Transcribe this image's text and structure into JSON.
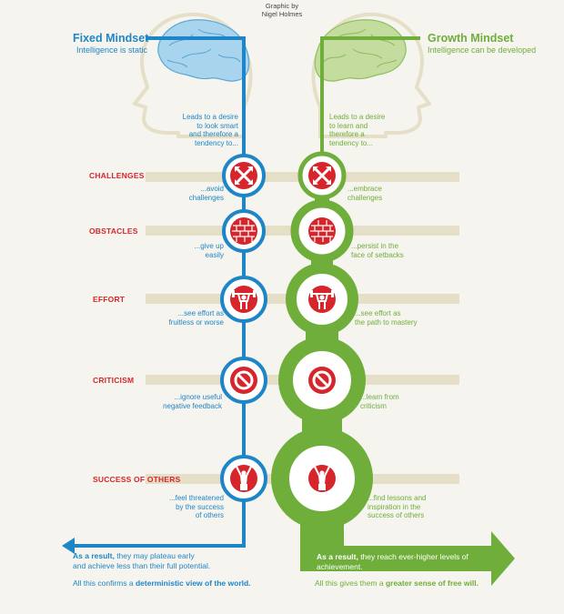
{
  "credit": [
    "Graphic by",
    "Nigel Holmes"
  ],
  "fixed": {
    "title": "Fixed Mindset",
    "subtitle": "Intelligence is static",
    "lead": [
      "Leads to a desire",
      "to look smart",
      "and therefore a",
      "tendency to..."
    ]
  },
  "growth": {
    "title": "Growth Mindset",
    "subtitle": "Intelligence can be developed",
    "lead": [
      "Leads to a desire",
      "to learn and",
      "therefore a",
      "tendency to..."
    ]
  },
  "rows": [
    {
      "label": "CHALLENGES",
      "icon": "cross-arrows-icon",
      "fixed_note": [
        "...avoid",
        "challenges"
      ],
      "growth_note": [
        "...embrace",
        "challenges"
      ]
    },
    {
      "label": "OBSTACLES",
      "icon": "brick-wall-icon",
      "fixed_note": [
        "...give up",
        "easily"
      ],
      "growth_note": [
        "...persist in the",
        "face of setbacks"
      ]
    },
    {
      "label": "EFFORT",
      "icon": "weightlifter-icon",
      "fixed_note": [
        "...see effort as",
        "fruitless or worse"
      ],
      "growth_note": [
        "...see effort as",
        "the path to mastery"
      ]
    },
    {
      "label": "CRITICISM",
      "icon": "no-sign-icon",
      "fixed_note": [
        "...ignore useful",
        "negative feedback"
      ],
      "growth_note": [
        "...learn from",
        "criticism"
      ]
    },
    {
      "label": "SUCCESS OF OTHERS",
      "icon": "winner-figure-icon",
      "fixed_note": [
        "...feel threatened",
        "by the success",
        "of others"
      ],
      "growth_note": [
        "...find lessons and",
        "inspiration in the",
        "success of others"
      ]
    }
  ],
  "fixed_result": {
    "lead": "As a result,",
    "line1": " they may plateau early",
    "line2": "and achieve less than their full potential.",
    "conclusion_pre": "All this confirms a ",
    "conclusion_bold": "deterministic view of the world."
  },
  "growth_result": {
    "lead": "As a result,",
    "line1": " they reach ever-higher levels of achievement.",
    "conclusion_pre": "All this gives them a ",
    "conclusion_bold": "greater sense of free will."
  },
  "colors": {
    "fixed": "#1e86c7",
    "growth": "#6fae3a",
    "label": "#d6262b",
    "band": "#e4dfc6",
    "icon": "#d6262b",
    "fixed_head": "#a9d4ee",
    "growth_head": "#c4dd9f"
  }
}
